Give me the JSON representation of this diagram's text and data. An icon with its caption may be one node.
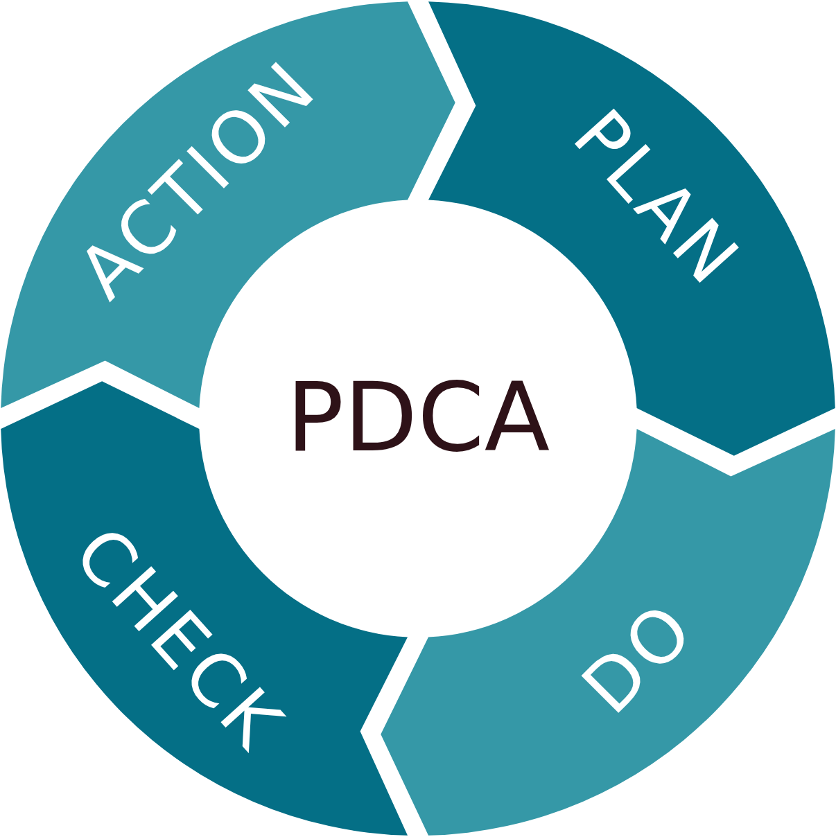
{
  "diagram": {
    "nodes": [
      {
        "text": [
          "PDCA"
        ]
      },
      {
        "text": [
          "PLAN"
        ]
      },
      {
        "text": [
          "DO"
        ]
      },
      {
        "text": [
          "CHECK"
        ]
      },
      {
        "text": [
          "ACTION"
        ]
      }
    ]
  }
}
